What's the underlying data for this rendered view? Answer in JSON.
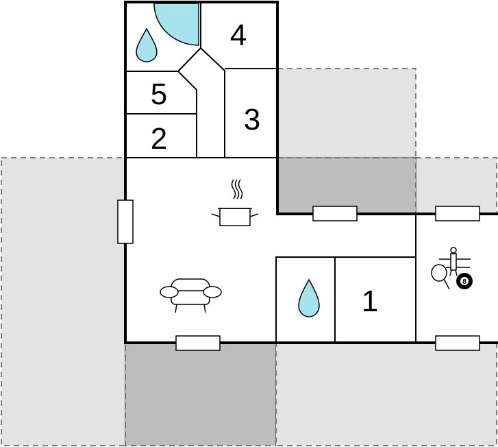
{
  "rooms": {
    "r1": "1",
    "r2": "2",
    "r3": "3",
    "r4": "4",
    "r5": "5",
    "ball_number": "8"
  },
  "colors": {
    "terrace_light": "#e3e3e3",
    "terrace_dark": "#bdbdbd",
    "water": "#a7e3ec",
    "wall": "#000000"
  },
  "icons": [
    "water-drop-icon",
    "cooking-pot-icon",
    "sofa-icon",
    "table-tennis-icon",
    "foosball-icon",
    "billiard-ball-icon"
  ]
}
